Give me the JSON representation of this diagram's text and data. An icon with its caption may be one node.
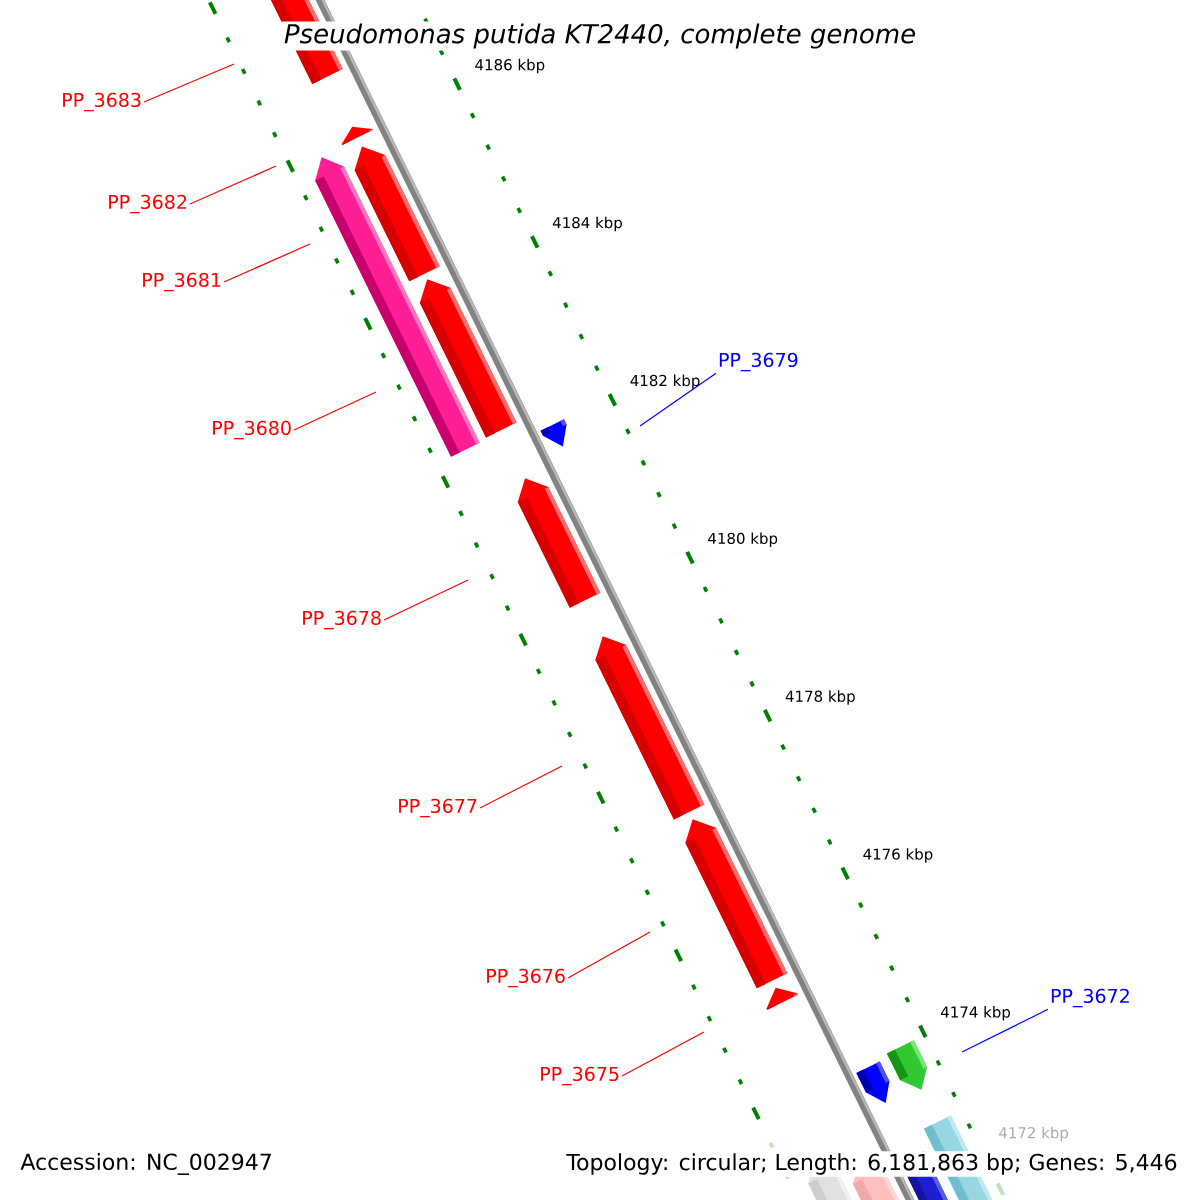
{
  "diagram": {
    "title": "Pseudomonas putida KT2440, complete genome",
    "nodes": [
      {
        "text": [
          "PP_3683"
        ]
      },
      {
        "text": [
          "PP_3682"
        ]
      },
      {
        "text": [
          "PP_3681"
        ]
      },
      {
        "text": [
          "PP_3680"
        ]
      },
      {
        "text": [
          "PP_3679"
        ]
      },
      {
        "text": [
          "PP_3678"
        ]
      },
      {
        "text": [
          "PP_3677"
        ]
      },
      {
        "text": [
          "PP_3676"
        ]
      },
      {
        "text": [
          "PP_3675"
        ]
      },
      {
        "text": [
          "PP_3672"
        ]
      }
    ],
    "edges": [
      {
        "from": 0,
        "to": null,
        "arrow": "none"
      },
      {
        "from": 1,
        "to": null,
        "arrow": "none"
      },
      {
        "from": 2,
        "to": null,
        "arrow": "none"
      },
      {
        "from": 3,
        "to": null,
        "arrow": "none"
      },
      {
        "from": 4,
        "to": null,
        "arrow": "none",
        "color": "#0000ff"
      },
      {
        "from": 5,
        "to": null,
        "arrow": "none"
      },
      {
        "from": 6,
        "to": null,
        "arrow": "none"
      },
      {
        "from": 7,
        "to": null,
        "arrow": "none"
      },
      {
        "from": 8,
        "to": null,
        "arrow": "none"
      },
      {
        "from": 9,
        "to": null,
        "arrow": "none",
        "color": "#0000ff"
      }
    ],
    "labels": [
      "4186 kbp",
      "4184 kbp",
      "4182 kbp",
      "4180 kbp",
      "4178 kbp",
      "4176 kbp",
      "4174 kbp",
      "4172 kbp",
      "Accession: NC_002947",
      "Topology: circular; Length: 6,181,863 bp; Genes: 5,446"
    ]
  }
}
